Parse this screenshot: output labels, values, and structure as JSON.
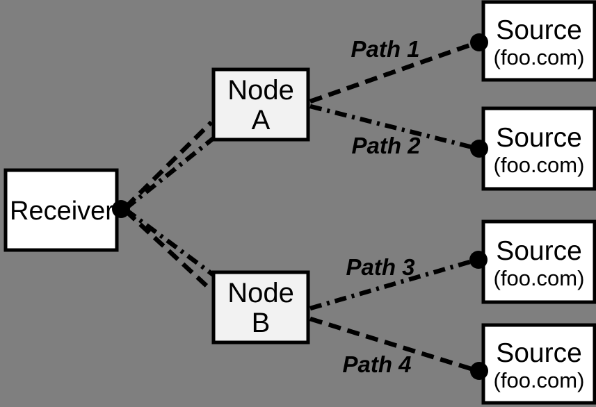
{
  "colors": {
    "background": "#7f7f7f",
    "box-fill": "#ffffff",
    "node-fill": "#f2f2f2",
    "line": "#000000"
  },
  "receiver": {
    "label": "Receiver"
  },
  "nodes": [
    {
      "line1": "Node",
      "line2": "A"
    },
    {
      "line1": "Node",
      "line2": "B"
    }
  ],
  "sources": [
    {
      "line1": "Source",
      "line2": "(foo.com)"
    },
    {
      "line1": "Source",
      "line2": "(foo.com)"
    },
    {
      "line1": "Source",
      "line2": "(foo.com)"
    },
    {
      "line1": "Source",
      "line2": "(foo.com)"
    }
  ],
  "paths": [
    {
      "label": "Path 1",
      "style": "dashed"
    },
    {
      "label": "Path 2",
      "style": "dash-dot"
    },
    {
      "label": "Path 3",
      "style": "dash-dot"
    },
    {
      "label": "Path 4",
      "style": "dashed"
    }
  ]
}
